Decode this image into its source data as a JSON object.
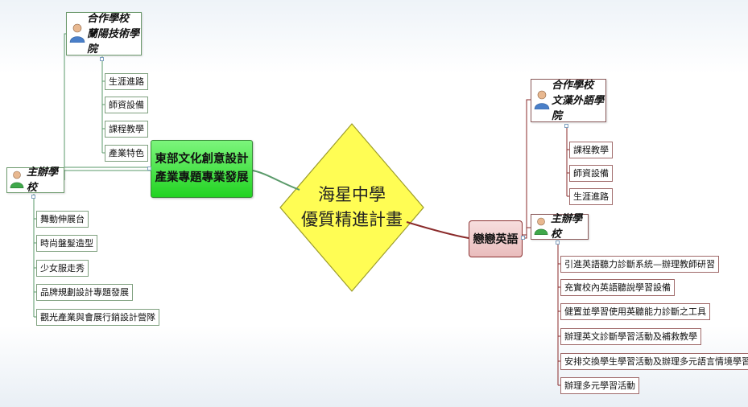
{
  "center": {
    "line1": "海星中學",
    "line2": "優質精進計畫"
  },
  "left": {
    "topic": {
      "line1": "東部文化創意設計",
      "line2": "產業專題專業發展"
    },
    "partner": {
      "line1": "合作學校",
      "line2": "蘭陽技術學院",
      "items": [
        "生涯進路",
        "師資設備",
        "課程教學",
        "產業特色"
      ]
    },
    "host": {
      "label": "主辦學校",
      "items": [
        "舞動伸展台",
        "時尚盤髮造型",
        "少女服走秀",
        "品牌規劃設計專題發展",
        "觀光產業與會展行銷設計營隊"
      ]
    }
  },
  "right": {
    "topic": {
      "label": "戀戀英語"
    },
    "partner": {
      "line1": "合作學校",
      "line2": "文藻外語學院",
      "items": [
        "課程教學",
        "師資設備",
        "生涯進路"
      ]
    },
    "host": {
      "label": "主辦學校",
      "items": [
        "引進英語聽力診斷系統—辦理教師研習",
        "充實校內英語聽說學習設備",
        "健置並學習使用英聽能力診斷之工具",
        "辦理英文診斷學習活動及補救教學",
        "安排交換學生學習活動及辦理多元語言情境學習活動",
        "辦理多元學習活動"
      ]
    }
  },
  "colors": {
    "center_fill": "#fffd54",
    "left_topic": "#2ed62e",
    "right_topic": "#efcaca",
    "left_link": "#5a9a6a",
    "right_link": "#8a2a2a"
  },
  "icons": {
    "person": "person-icon"
  }
}
